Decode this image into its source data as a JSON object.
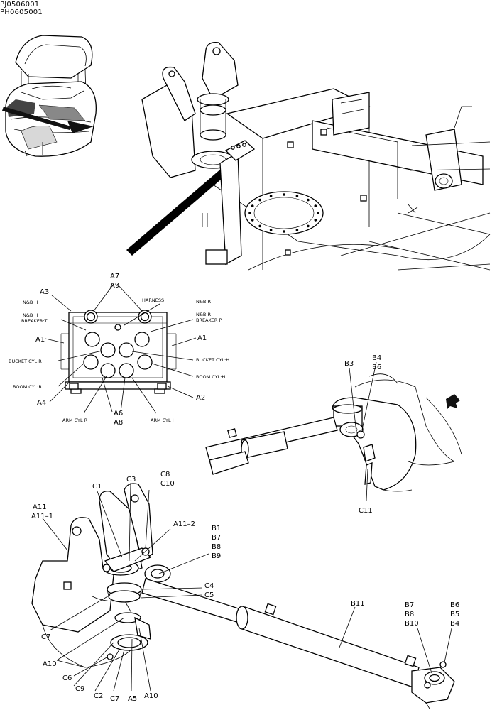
{
  "header": {
    "code1": "PJ0506001",
    "code2": "PH0605001"
  },
  "connector": {
    "labels": {
      "a7": "A7",
      "a9": "A9",
      "a3": "A3",
      "harness": "HARNESS",
      "nb_r": "N&B·R",
      "nb_h": "N&B·H",
      "nb_breaker_t_1": "N&B·H",
      "nb_breaker_t_2": "BREAKER·T",
      "nb_breaker_p_1": "N&B·R",
      "nb_breaker_p_2": "BREAKER·P",
      "a1_left": "A1",
      "a1_right": "A1",
      "bucket_cyl_r": "BUCKET CYL·R",
      "bucket_cyl_h": "BUCKET CYL·H",
      "boom_cyl_h": "BOOM CYL·H",
      "boom_cyl_r": "BOOM CYL·R",
      "a4": "A4",
      "a2": "A2",
      "a6": "A6",
      "a8": "A8",
      "arm_cyl_r": "ARM CYL·R",
      "arm_cyl_h": "ARM CYL·H"
    }
  },
  "detail_b": {
    "labels": {
      "b3": "B3",
      "b4": "B4",
      "b6": "B6",
      "c11": "C11"
    }
  },
  "assembly": {
    "labels": {
      "a11": "A11",
      "a11_1": "A11–1",
      "c1": "C1",
      "c3": "C3",
      "c8": "C8",
      "c10": "C10",
      "a11_2": "A11–2",
      "b1": "B1",
      "b7": "B7",
      "b8": "B8",
      "b9": "B9",
      "c4": "C4",
      "c5": "C5",
      "b11": "B11",
      "c7_left": "C7",
      "a10_left": "A10",
      "c6": "C6",
      "c9": "C9",
      "c2": "C2",
      "c7_bottom": "C7",
      "a5": "A5",
      "a10_bottom": "A10",
      "b7_right": "B7",
      "b8_right": "B8",
      "b10_right": "B10",
      "b6_right": "B6",
      "b5_right": "B5",
      "b4_right": "B4"
    }
  }
}
